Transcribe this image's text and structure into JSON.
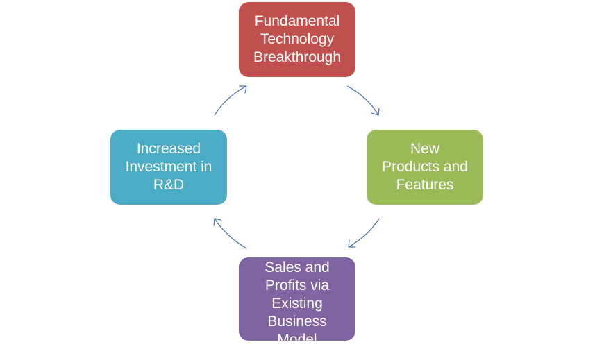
{
  "diagram": {
    "nodes": {
      "top": {
        "label": "Fundamental\nTechnology\nBreakthrough",
        "color": "#c0504d"
      },
      "right": {
        "label": "New\nProducts and\nFeatures",
        "color": "#9bbb59"
      },
      "bottom": {
        "label": "Sales and\nProfits via\nExisting\nBusiness\nModel",
        "color": "#8064a2"
      },
      "left": {
        "label": "Increased\nInvestment in\nR&D",
        "color": "#4bacc6"
      }
    },
    "arrow_color": "#4a6fa5"
  }
}
